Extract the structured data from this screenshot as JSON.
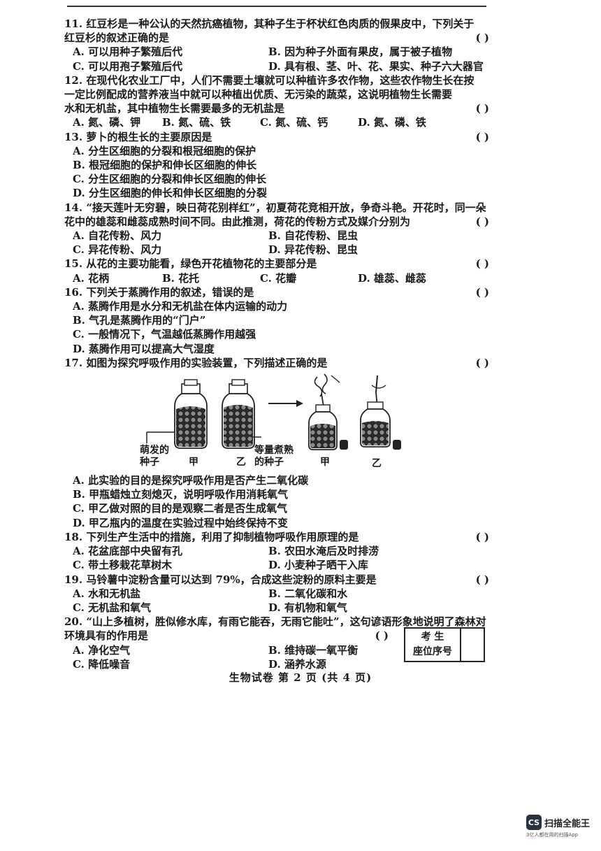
{
  "questions": {
    "q11": {
      "stem_1": "11. 红豆杉是一种公认的天然抗癌植物，其种子生于杯状红色肉质的假果皮中，下列关于",
      "stem_2": "红豆杉的叙述正确的是",
      "paren": "(        )",
      "a": "A. 可以用种子繁殖后代",
      "b": "B. 因为种子外面有果皮，属于被子植物",
      "c": "C. 可以用孢子繁殖后代",
      "d": "D. 具有根、茎、叶、花、果实、种子六大器官"
    },
    "q12": {
      "stem_1": "12. 在现代化农业工厂中，人们不需要土壤就可以种植许多农作物，这些农作物生长在按",
      "stem_2": "一定比例配成的营养液当中就可以种植出优质、无污染的蔬菜，这说明植物生长需要",
      "stem_3": "水和无机盐，其中植物生长需要最多的无机盐是",
      "paren": "(        )",
      "a": "A. 氮、磷、钾",
      "b": "B. 氮、硫、铁",
      "c": "C. 氮、硫、钙",
      "d": "D. 氮、磷、铁"
    },
    "q13": {
      "stem_1": "13. 萝卜的根生长的主要原因是",
      "paren": "(        )",
      "a": "A. 分生区细胞的分裂和根冠细胞的保护",
      "b": "B. 根冠细胞的保护和伸长区细胞的伸长",
      "c": "C. 分生区细胞的分裂和伸长区细胞的伸长",
      "d": "D. 分生区细胞的伸长和伸长区细胞的分裂"
    },
    "q14": {
      "stem_1": "14. “接天莲叶无穷碧，映日荷花别样红”，初夏荷花竞相开放，争奇斗艳。开花时，同一朵",
      "stem_2": "花中的雄蕊和雌蕊成熟时间不同。由此推测，荷花的传粉方式及媒介分别为",
      "paren": "(        )",
      "a": "A. 自花传粉、风力",
      "b": "B. 自花传粉、昆虫",
      "c": "C. 异花传粉、风力",
      "d": "D. 异花传粉、昆虫"
    },
    "q15": {
      "stem_1": "15. 从花的主要功能看，绿色开花植物花的主要部分是",
      "paren": "(        )",
      "a": "A. 花柄",
      "b": "B. 花托",
      "c": "C. 花瓣",
      "d": "D. 雄蕊、雌蕊"
    },
    "q16": {
      "stem_1": "16. 下列关于蒸腾作用的叙述，错误的是",
      "paren": "(        )",
      "a": "A. 蒸腾作用是水分和无机盐在体内运输的动力",
      "b": "B. 气孔是蒸腾作用的“门户”",
      "c": "C. 一般情况下，气温越低蒸腾作用越强",
      "d": "D. 蒸腾作用可以提高大气湿度"
    },
    "q17": {
      "stem_1": "17. 如图为探究呼吸作用的实验装置，下列描述正确的是",
      "paren": "(        )",
      "figure": {
        "label_sprouting": "萌发的",
        "label_seed": "种子",
        "label_jia": "甲",
        "label_yi": "乙",
        "label_boiled": "等量煮熟",
        "label_boiled_seed": "的种子",
        "label_jia2": "甲",
        "label_yi2": "乙"
      },
      "a": "A. 此实验的目的是探究呼吸作用是否产生二氧化碳",
      "b": "B. 甲瓶蜡烛立刻熄灭，说明呼吸作用消耗氧气",
      "c": "C. 甲乙做对照的目的是观察二者是否生成氧气",
      "d": "D. 甲乙瓶内的温度在实验过程中始终保持不变"
    },
    "q18": {
      "stem_1": "18. 下列生产生活中的措施，利用了抑制植物呼吸作用原理的是",
      "paren": "(        )",
      "a": "A. 花盆底部中央留有孔",
      "b": "B. 农田水淹后及时排涝",
      "c": "C. 带土移栽花草树木",
      "d": "D. 小麦种子晒干入库"
    },
    "q19": {
      "stem_1": "19. 马铃薯中淀粉含量可以达到 79%，合成这些淀粉的原料主要是",
      "paren": "(        )",
      "a": "A. 水和无机盐",
      "b": "B. 二氧化碳和水",
      "c": "C. 无机盐和氧气",
      "d": "D. 有机物和氧气"
    },
    "q20": {
      "stem_1": "20. “山上多植树，胜似修水库，有雨它能吞，无雨它能吐”，这句谚语形象地说明了森林对",
      "stem_2": "环境具有的作用是",
      "paren": "(     )",
      "a": "A. 净化空气",
      "b": "B. 维持碳一氧平衡",
      "c": "C. 降低噪音",
      "d": "D. 涵养水源"
    }
  },
  "seat_box": {
    "line1": "考    生",
    "line2": "座位序号"
  },
  "footer": "生物试卷   第 2 页   (共 4 页)",
  "watermark": {
    "logo": "CS",
    "name": "扫描全能王",
    "sub": "3亿人都在用的扫描App"
  }
}
